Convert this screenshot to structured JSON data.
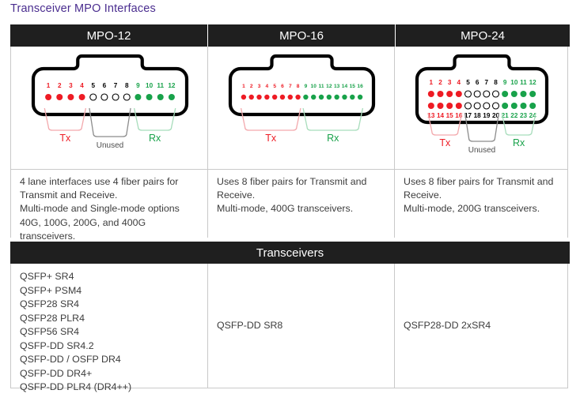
{
  "title": "Transceiver MPO Interfaces",
  "colors": {
    "title": "#4a2d8f",
    "header_bg": "#1f1f1f",
    "tx_red": "#ee1b24",
    "rx_green": "#18a24a",
    "unused": "#ffffff",
    "outline": "#000000",
    "border": "#c9c9c9",
    "bracket_tx": "#f3a9ad",
    "bracket_rx": "#a8ddбc",
    "bracket_unused": "#8c8c8c"
  },
  "columns": [
    {
      "header": "MPO-12",
      "diagram": {
        "rows": 1,
        "total": 12,
        "groups": [
          {
            "label": "Tx",
            "kind": "tx",
            "positions": [
              1,
              2,
              3,
              4
            ]
          },
          {
            "label": "Unused",
            "kind": "unused",
            "positions": [
              5,
              6,
              7,
              8
            ]
          },
          {
            "label": "Rx",
            "kind": "rx",
            "positions": [
              9,
              10,
              11,
              12
            ]
          }
        ],
        "top_numbers": [
          1,
          2,
          3,
          4,
          5,
          6,
          7,
          8,
          9,
          10,
          11,
          12
        ],
        "bottom_numbers": []
      },
      "description": [
        "4 lane interfaces use 4 fiber pairs for Transmit and Receive.",
        "Multi-mode and Single-mode options 40G, 100G, 200G, and 400G  transceivers."
      ],
      "transceivers": [
        "QSFP+ SR4",
        "QSFP+ PSM4",
        "QSFP28 SR4",
        "QSFP28 PLR4",
        "QSFP56 SR4",
        "QSFP-DD SR4.2",
        "QSFP-DD / OSFP DR4",
        "QSFP-DD DR4+",
        "QSFP-DD PLR4 (DR4++)"
      ]
    },
    {
      "header": "MPO-16",
      "diagram": {
        "rows": 1,
        "total": 16,
        "groups": [
          {
            "label": "Tx",
            "kind": "tx",
            "positions": [
              1,
              2,
              3,
              4,
              5,
              6,
              7,
              8
            ]
          },
          {
            "label": "Rx",
            "kind": "rx",
            "positions": [
              9,
              10,
              11,
              12,
              13,
              14,
              15,
              16
            ]
          }
        ],
        "top_numbers": [
          1,
          2,
          3,
          4,
          5,
          6,
          7,
          8,
          9,
          10,
          11,
          12,
          13,
          14,
          15,
          16
        ],
        "bottom_numbers": []
      },
      "description": [
        "Uses 8 fiber pairs for Transmit and Receive.",
        "Multi-mode, 400G transceivers."
      ],
      "transceivers": [
        "QSFP-DD SR8"
      ]
    },
    {
      "header": "MPO-24",
      "diagram": {
        "rows": 2,
        "total": 24,
        "groups": [
          {
            "label": "Tx",
            "kind": "tx",
            "positions": [
              1,
              2,
              3,
              4
            ]
          },
          {
            "label": "Unused",
            "kind": "unused",
            "positions": [
              5,
              6,
              7,
              8
            ]
          },
          {
            "label": "Rx",
            "kind": "rx",
            "positions": [
              9,
              10,
              11,
              12
            ]
          }
        ],
        "top_numbers": [
          1,
          2,
          3,
          4,
          5,
          6,
          7,
          8,
          9,
          10,
          11,
          12
        ],
        "bottom_numbers": [
          13,
          14,
          15,
          16,
          17,
          18,
          19,
          20,
          21,
          22,
          23,
          24
        ]
      },
      "description": [
        "Uses 8 fiber pairs for Transmit and Receive.",
        "Multi-mode, 200G transceivers."
      ],
      "transceivers": [
        "QSFP28-DD 2xSR4"
      ]
    }
  ],
  "transceivers_band": "Transceivers"
}
